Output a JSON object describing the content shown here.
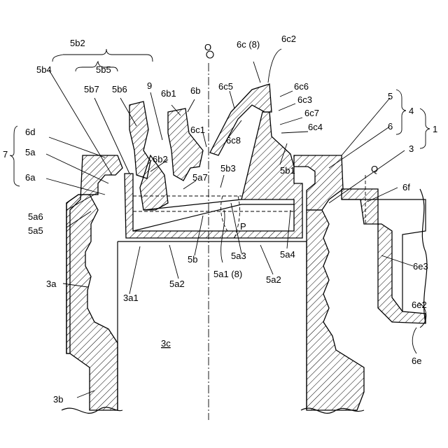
{
  "labels": {
    "axis_o": "O",
    "l_5b2": "5b2",
    "l_5b4": "5b4",
    "l_5b5": "5b5",
    "l_5b7": "5b7",
    "l_5b6": "5b6",
    "l_9": "9",
    "l_6b1": "6b1",
    "l_6b": "6b",
    "l_6c8top": "6c (8)",
    "l_6c2": "6c2",
    "l_6c5": "6c5",
    "l_6c6": "6c6",
    "l_6c3": "6c3",
    "l_6c7": "6c7",
    "l_6c4": "6c4",
    "l_6c1": "6c1",
    "l_6c8": "6c8",
    "l_5": "5",
    "l_6": "6",
    "l_4": "4",
    "l_1": "1",
    "l_3": "3",
    "l_6d": "6d",
    "l_7": "7",
    "l_5a": "5a",
    "l_6a": "6a",
    "l_6b2": "6b2",
    "l_5b3": "5b3",
    "l_5b1": "5b1",
    "l_5a7": "5a7",
    "l_Q": "Q",
    "l_6f": "6f",
    "l_5a6": "5a6",
    "l_5a5": "5a5",
    "l_P": "P",
    "l_5b": "5b",
    "l_5a3": "5a3",
    "l_5a4": "5a4",
    "l_5a1_8": "5a1 (8)",
    "l_6e3": "6e3",
    "l_3a": "3a",
    "l_3a1": "3a1",
    "l_5a2_left": "5a2",
    "l_5a2_right": "5a2",
    "l_6e2": "6e2",
    "l_3c": "3c",
    "l_6e": "6e",
    "l_3b": "3b"
  }
}
